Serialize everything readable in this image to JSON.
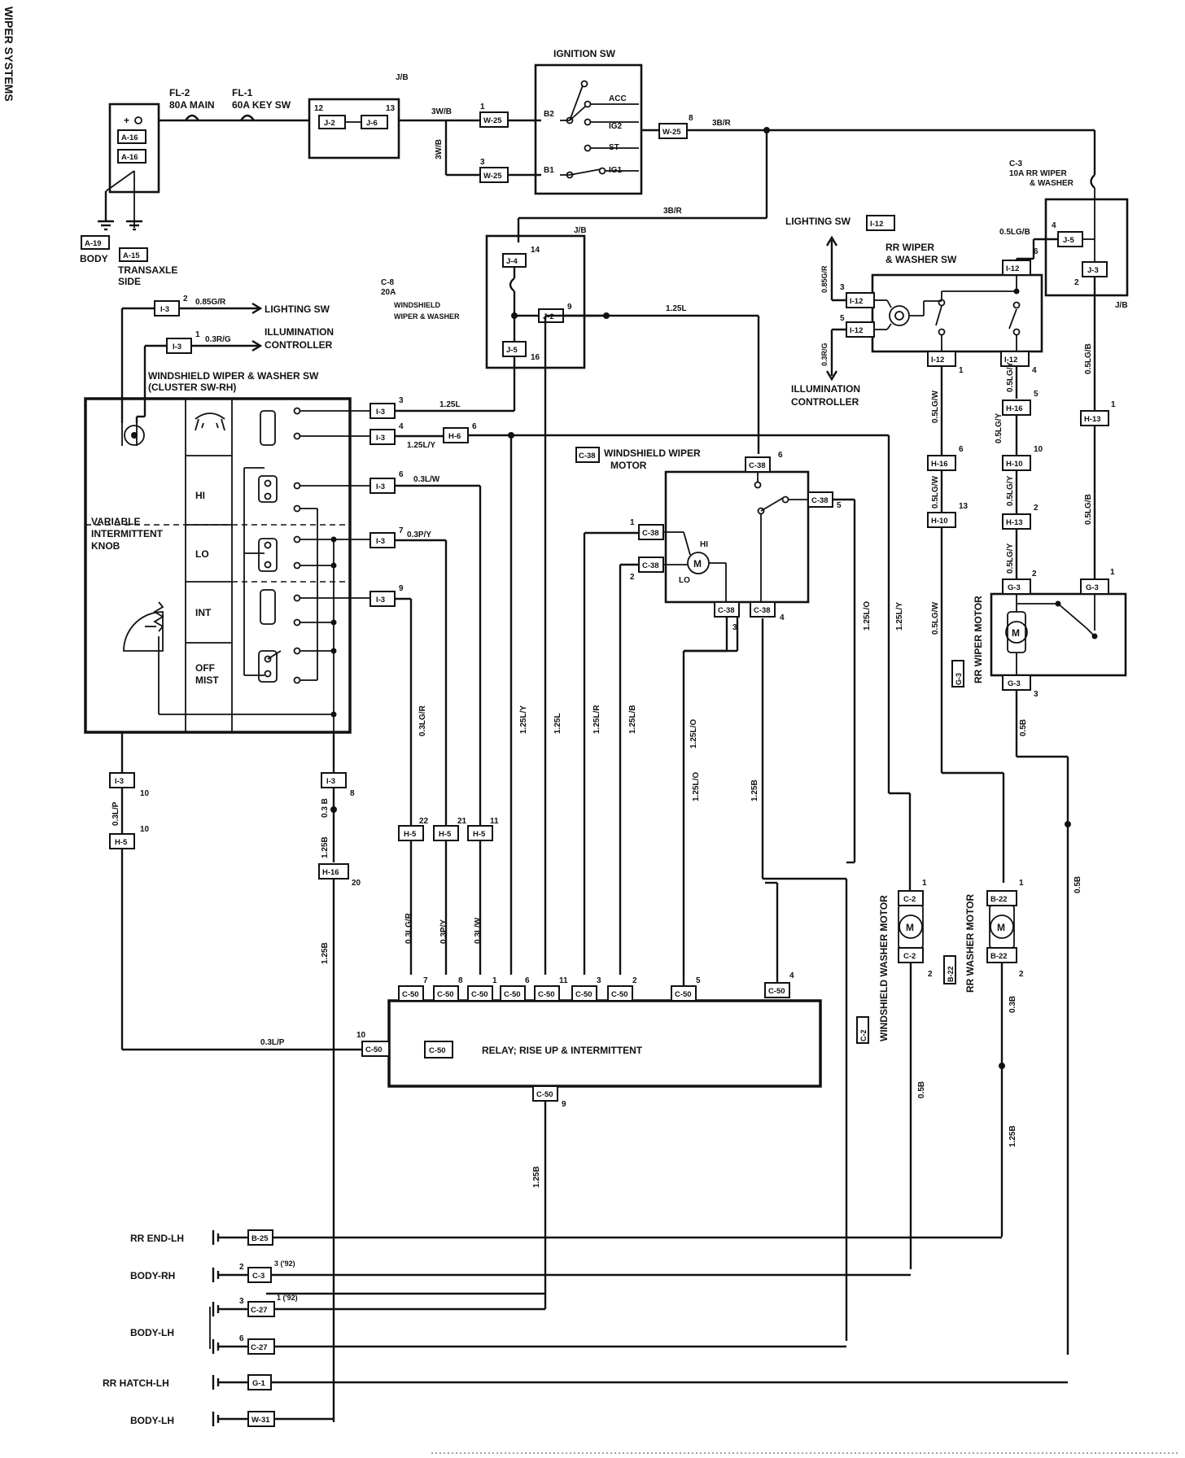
{
  "header": {
    "edge_title": "WIPER SYSTEMS"
  },
  "power": {
    "fl2": "FL-2",
    "fl2_rating": "80A MAIN",
    "fl1": "FL-1",
    "fl1_rating": "60A KEY SW",
    "jb1": "J/B",
    "pin12": "12",
    "pin13": "13",
    "j2": "J-2",
    "j6": "J-6",
    "wire_3wb_a": "3W/B",
    "wire_3wb_b": "3W/B",
    "plus": "+",
    "a16a": "A-16",
    "a16b": "A-16",
    "a19": "A-19",
    "a15": "A-15",
    "body": "BODY",
    "transaxle": "TRANSAXLE",
    "side": "SIDE"
  },
  "ignition": {
    "title": "IGNITION SW",
    "b2": "B2",
    "b1": "B1",
    "acc": "ACC",
    "ig2": "IG2",
    "st": "ST",
    "ig1": "IG1",
    "w25a": "W-25",
    "w25b": "W-25",
    "w25c": "W-25",
    "pin1": "1",
    "pin3": "3",
    "pin8": "8",
    "wire_3br_a": "3B/R",
    "wire_3br_b": "3B/R"
  },
  "fuse_c8": {
    "jb": "J/B",
    "name": "C-8",
    "amp": "20A",
    "line1": "WINDSHIELD",
    "line2": "WIPER & WASHER",
    "j4": "J-4",
    "j2": "J-2",
    "j5": "J-5",
    "pin14": "14",
    "pin9": "9",
    "pin16": "16",
    "wire_125l": "1.25L"
  },
  "fuse_c3": {
    "name": "C-3",
    "line1": "10A RR WIPER",
    "line2": "& WASHER"
  },
  "jb_rear": {
    "jb": "J/B",
    "j5": "J-5",
    "j3": "J-3",
    "pin4": "4",
    "pin2": "2",
    "wire_05lgb": "0.5LG/B"
  },
  "rr_switch": {
    "lighting_sw": "LIGHTING SW",
    "i12_tag": "I-12",
    "title1": "RR WIPER",
    "title2": "& WASHER SW",
    "i12_top": "I-12",
    "i12_l1": "I-12",
    "i12_l2": "I-12",
    "i12_b1": "I-12",
    "i12_b2": "I-12",
    "pin6": "6",
    "pin3": "3",
    "pin5": "5",
    "pin1": "1",
    "pin4": "4",
    "wire_05gr": "0.85G/R",
    "wire_03rg": "0.3R/G",
    "illum1": "ILLUMINATION",
    "illum2": "CONTROLLER"
  },
  "front_switch": {
    "i3_2": "I-3",
    "i3_1": "I-3",
    "pin2": "2",
    "pin1": "1",
    "wire_085gr": "0.85G/R",
    "wire_03rg": "0.3R/G",
    "lighting_sw": "LIGHTING SW",
    "illum1": "ILLUMINATION",
    "illum2": "CONTROLLER",
    "title1": "WINDSHIELD WIPER & WASHER SW",
    "title2": "(CLUSTER SW-RH)",
    "knob1": "VARIABLE",
    "knob2": "INTERMITTENT",
    "knob3": "KNOB",
    "modes": [
      "HI",
      "LO",
      "INT",
      "OFF",
      "MIST"
    ]
  },
  "switch_outputs": [
    {
      "conn": "I-3",
      "pin": "3",
      "wire": "1.25L"
    },
    {
      "conn": "I-3",
      "pin": "4",
      "wire": "1.25L/Y"
    },
    {
      "conn": "I-3",
      "pin": "6",
      "wire": "0.3L/W"
    },
    {
      "conn": "I-3",
      "pin": "7",
      "wire": "0.3P/Y"
    },
    {
      "conn": "I-3",
      "pin": "9",
      "wire": ""
    }
  ],
  "h6_a": {
    "conn": "H-6",
    "pin": "6"
  },
  "wiper_motor": {
    "tag": "C-38",
    "title1": "WINDSHIELD WIPER",
    "title2": "MOTOR",
    "hi": "HI",
    "lo": "LO",
    "c38_top": "C-38",
    "c38_r": "C-38",
    "c38_l1": "C-38",
    "c38_l2": "C-38",
    "c38_b1": "C-38",
    "c38_b2": "C-38",
    "pin6a": "6",
    "pin5": "5",
    "pin1": "1",
    "pin2": "2",
    "pin3": "3",
    "pin4": "4"
  },
  "verticals": {
    "w_125ly": "1.25L/Y",
    "w_125l": "1.25L",
    "w_125lr": "1.25L/R",
    "w_125lb": "1.25L/B",
    "w_125lo": "1.25L/O",
    "w_125b": "1.25B",
    "w_125lo2": "1.25L/O",
    "w_125ly2": "1.25L/Y",
    "w_03lgr": "0.3LG/R",
    "w_03lgr2": "0.3LG/R",
    "w_03py": "0.3P/Y",
    "w_03lw": "0.3L/W"
  },
  "left_chain": {
    "i3_10": "I-3",
    "pin10": "10",
    "w_03lp": "0.3L/P",
    "h5_10": "H-5",
    "pin10b": "10",
    "i3_8": "I-3",
    "pin8": "8",
    "w_03b": "0.3 B",
    "w_125b": "1.25B",
    "h16": "H-16",
    "pin20": "20",
    "w_125b2": "1.25B"
  },
  "h5_row": [
    {
      "conn": "H-5",
      "pin": "22"
    },
    {
      "conn": "H-5",
      "pin": "21"
    },
    {
      "conn": "H-5",
      "pin": "11"
    }
  ],
  "relay": {
    "tag": "C-50",
    "title": "RELAY; RISE UP & INTERMITTENT",
    "top_pins": [
      {
        "conn": "C-50",
        "pin": "7"
      },
      {
        "conn": "C-50",
        "pin": "8"
      },
      {
        "conn": "C-50",
        "pin": "1"
      },
      {
        "conn": "C-50",
        "pin": "6"
      },
      {
        "conn": "C-50",
        "pin": "11"
      },
      {
        "conn": "C-50",
        "pin": "3"
      },
      {
        "conn": "C-50",
        "pin": "2"
      },
      {
        "conn": "C-50",
        "pin": "5"
      },
      {
        "conn": "C-50",
        "pin": "4"
      }
    ],
    "left": {
      "conn": "C-50",
      "pin": "10"
    },
    "bottom": {
      "conn": "C-50",
      "pin": "9"
    },
    "wire_03lp": "0.3L/P",
    "wire_125b": "1.25B"
  },
  "rear_chain": {
    "h16a": "H-16",
    "h10a": "H-10",
    "h16b": "H-16",
    "h10b": "H-10",
    "h13a": "H-13",
    "h13b": "H-13",
    "pin6": "6",
    "pin13": "13",
    "pin5": "5",
    "pin10": "10",
    "pin2": "2",
    "pin1": "1",
    "w_05lgw1": "0.5LG/W",
    "w_05lgw2": "0.5LG/W",
    "w_05lgw3": "0.5LG/W",
    "w_05lgy1": "0.5LG/Y",
    "w_05lgy2": "0.5LG/Y",
    "w_05lgy3": "0.5LG/Y",
    "w_05lgy4": "0.5LG/Y",
    "w_05lgb1": "0.5LG/B",
    "w_05lgb2": "0.5LG/B"
  },
  "rr_motor": {
    "title": "RR WIPER MOTOR",
    "tag": "G-3",
    "g3a": "G-3",
    "g3b": "G-3",
    "g3c": "G-3",
    "m": "M",
    "pin2": "2",
    "pin1": "1",
    "pin3": "3",
    "w_05b": "0.5B",
    "w_05b2": "0.5B"
  },
  "ws_washer": {
    "title": "WINDSHIELD WASHER MOTOR",
    "tag": "C-2",
    "c2a": "C-2",
    "c2b": "C-2",
    "m": "M",
    "pin1": "1",
    "pin2": "2",
    "w_05b": "0.5B"
  },
  "rr_washer": {
    "title": "RR WASHER MOTOR",
    "tag": "B-22",
    "b22a": "B-22",
    "b22b": "B-22",
    "m": "M",
    "pin1": "1",
    "pin2": "2",
    "w_03b": "0.3B",
    "w_125b": "1.25B"
  },
  "grounds": [
    {
      "label": "RR END-LH",
      "conn": "B-25",
      "pin": "",
      "note": ""
    },
    {
      "label": "BODY-RH",
      "conn": "C-3",
      "pin": "2",
      "note": "3 ('92)"
    },
    {
      "label": "BODY-LH",
      "conn": "C-27",
      "pin": "3",
      "note": "1 ('92)"
    },
    {
      "label": "",
      "conn": "C-27",
      "pin": "6",
      "note": ""
    },
    {
      "label": "RR HATCH-LH",
      "conn": "G-1",
      "pin": "",
      "note": ""
    },
    {
      "label": "BODY-LH",
      "conn": "W-31",
      "pin": "",
      "note": ""
    }
  ],
  "colors": {
    "ink": "#111111",
    "paper": "#ffffff"
  }
}
